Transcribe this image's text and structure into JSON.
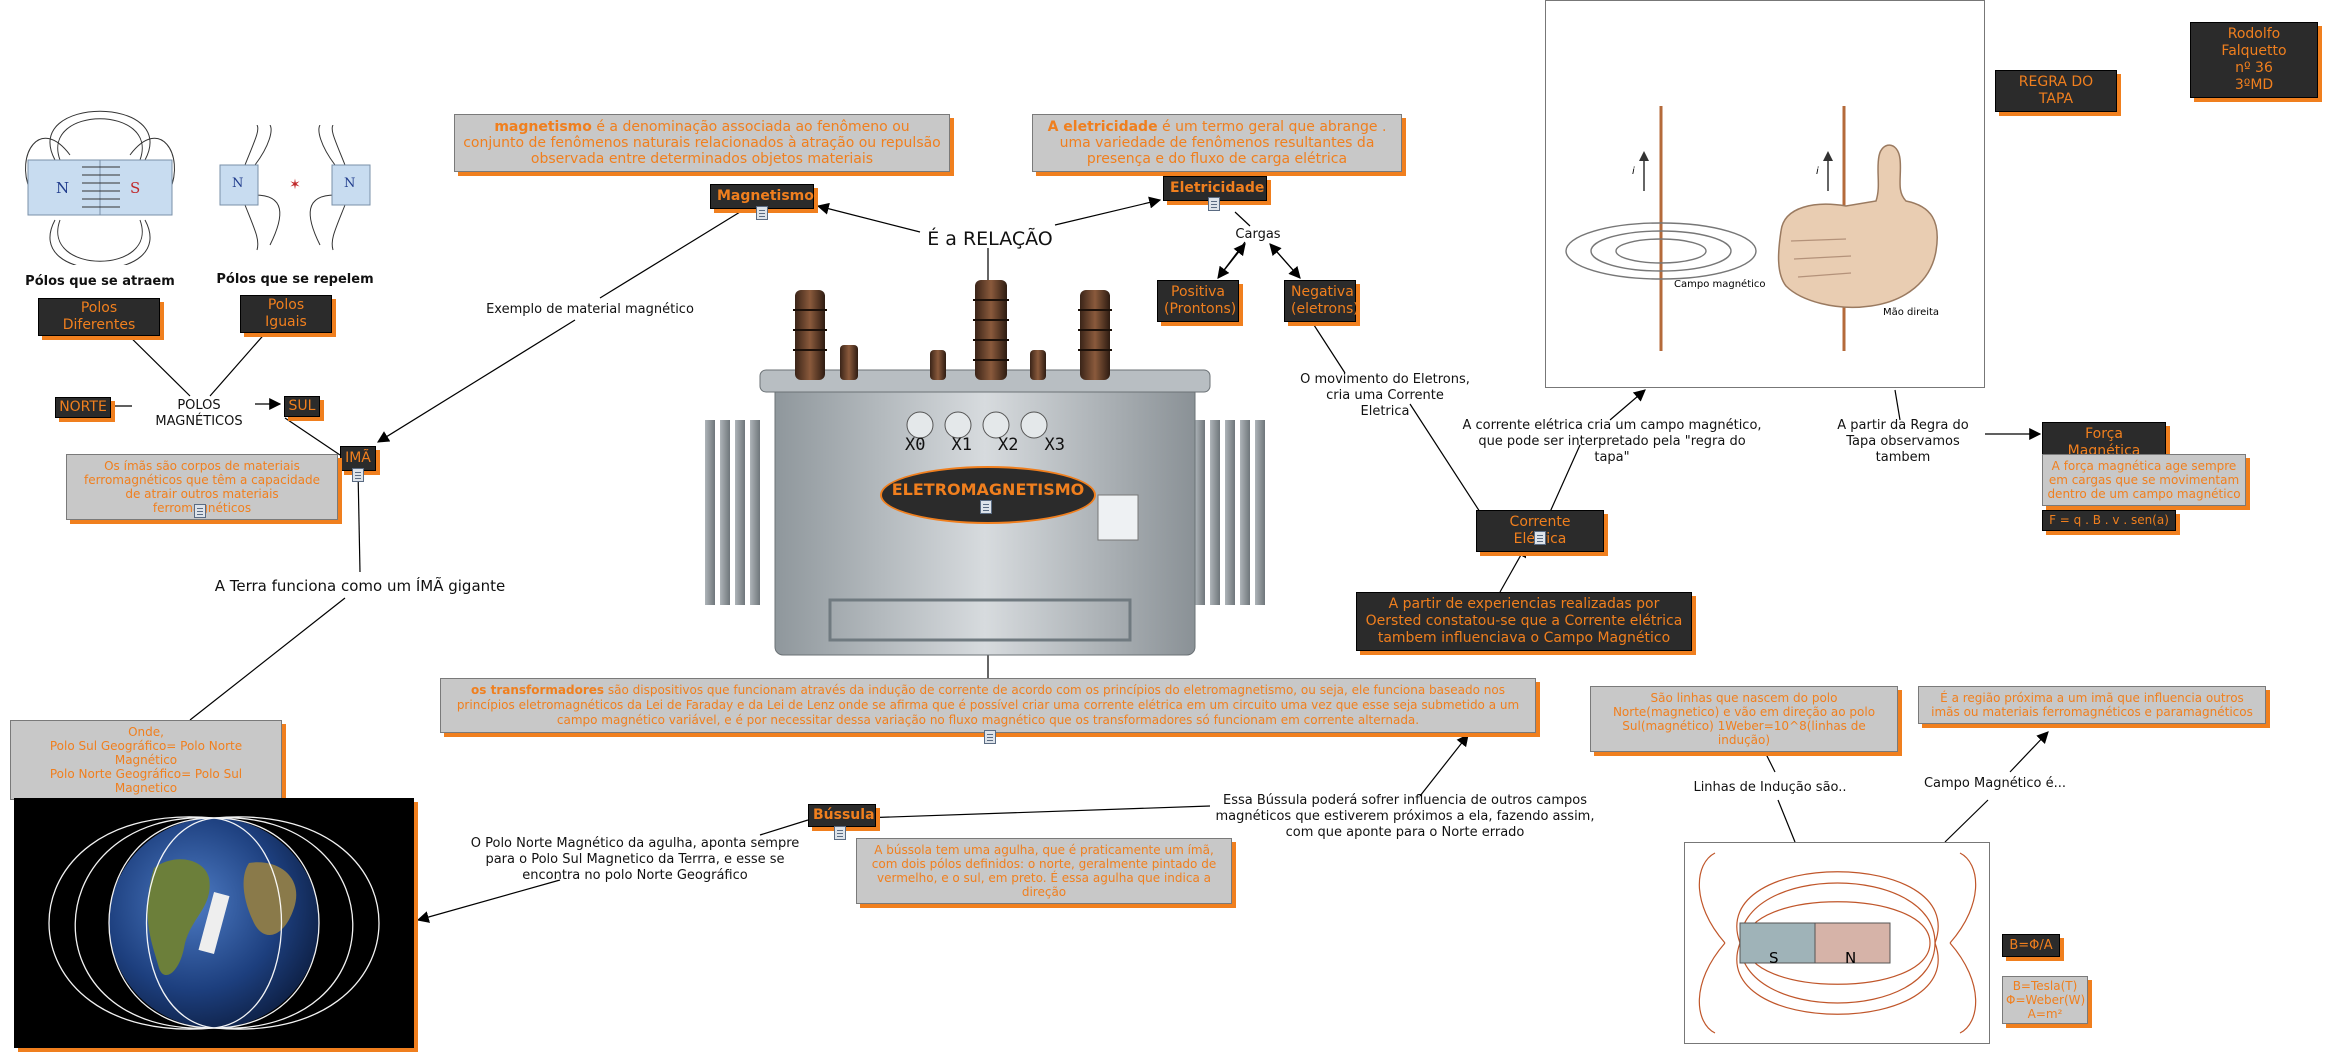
{
  "author": {
    "line1": "Rodolfo Falquetto",
    "line2": "nº 36",
    "line3": "3ºMD"
  },
  "center": {
    "label": "ELETROMAGNETISMO",
    "relation": "É a RELAÇÃO"
  },
  "magnetismo": {
    "label": "Magnetismo",
    "desc_bold": "magnetismo",
    "desc_rest": " é a denominação associada ao fenômeno ou conjunto de fenômenos naturais relacionados à atração ou repulsão observada entre determinados objetos materiais",
    "example_link": "Exemplo de material magnético"
  },
  "eletricidade": {
    "label": "Eletricidade",
    "desc_bold": "A eletricidade",
    "desc_rest": " é um termo geral que abrange . uma variedade de fenômenos resultantes da presença e do fluxo de carga elétrica",
    "cargas": "Cargas",
    "positiva": "Positiva (Prontons)",
    "negativa": "Negativa (eletrons)",
    "movimento": "O movimento do Eletrons, cria uma Corrente Eletrica"
  },
  "ima": {
    "label": "IMÃ",
    "desc": "Os ímãs são corpos de materiais ferromagnéticos que têm a capacidade de atrair outros materiais ferromagnéticos",
    "terra": "A Terra funciona como um ÍMÃ gigante",
    "onde_l1": "Onde,",
    "onde_l2": "Polo Sul Geográfico= Polo Norte Magnético",
    "onde_l3": "Polo Norte Geográfico= Polo Sul Magnetico"
  },
  "polos": {
    "title": "POLOS MAGNÉTICOS",
    "norte": "NORTE",
    "sul": "SUL",
    "atraem_caption": "Pólos que se atraem",
    "repelem_caption": "Pólos que se repelem",
    "diferentes": "Polos Diferentes",
    "iguais": "Polos Iguais",
    "n": "N",
    "s": "S"
  },
  "transformadores": {
    "bold": "os transformadores",
    "rest": " são dispositivos que funcionam através da indução de corrente de acordo com os princípios do eletromagnetismo, ou seja, ele funciona baseado nos princípios eletromagnéticos da Lei de Faraday e da Lei de Lenz onde se afirma que é possível criar uma corrente elétrica em um circuito uma vez que esse seja submetido a um campo magnético variável, e é por necessitar dessa variação no fluxo magnético que os transformadores só funcionam em corrente alternada.",
    "bushing_labels": [
      "X0",
      "X1",
      "X2",
      "X3"
    ]
  },
  "bussola": {
    "label": "Bússula",
    "desc": "A bússola tem uma agulha, que é praticamente um ímã, com dois pólos definidos: o norte, geralmente pintado de vermelho, e o sul, em preto. É essa agulha que indica a direção",
    "polo_norte": "O Polo Norte Magnético da agulha, aponta sempre para o Polo Sul Magnetico da Terrra, e esse se encontra no polo Norte Geográfico",
    "influencia": "Essa Bússula poderá sofrer influencia de outros campos magnéticos que estiverem próximos a ela, fazendo assim, com que aponte para o Norte errado"
  },
  "corrente": {
    "label": "Corrente Elétrica",
    "oersted": "A partir de experiencias realizadas por Oersted constatou-se que a Corrente elétrica tambem influenciava o Campo Magnético",
    "cria_campo": "A corrente elétrica cria um campo magnético, que pode ser interpretado pela \"regra do tapa\""
  },
  "regra": {
    "label": "REGRA DO TAPA",
    "campo_caption": "Campo magnético",
    "mao_caption": "Mão direita",
    "i_label": "i",
    "partir": "A partir da Regra do Tapa observamos tambem"
  },
  "forca": {
    "label": "Força Magnética",
    "desc": "A força magnética age sempre em cargas que se movimentam dentro de um campo magnético",
    "formula": "F = q . B . v . sen(a)"
  },
  "inducao": {
    "link": "Linhas de Indução são..",
    "desc": "São linhas que nascem do polo Norte(magnetico) e vão em direção ao polo Sul(magnético) 1Weber=10^8(linhas de indução)"
  },
  "campo": {
    "link": "Campo Magnético é...",
    "desc": "É a região próxima a um imã que influencia outros imãs ou materiais ferromagnéticos e paramagnéticos",
    "formula": "B=Φ/A",
    "units_l1": "B=Tesla(T)",
    "units_l2": "Φ=Weber(W)",
    "units_l3": "A=m²",
    "s": "S",
    "n": "N"
  },
  "colors": {
    "accent": "#f07f1e",
    "dark": "#2b2b2b",
    "gray": "#c8c8c8"
  }
}
